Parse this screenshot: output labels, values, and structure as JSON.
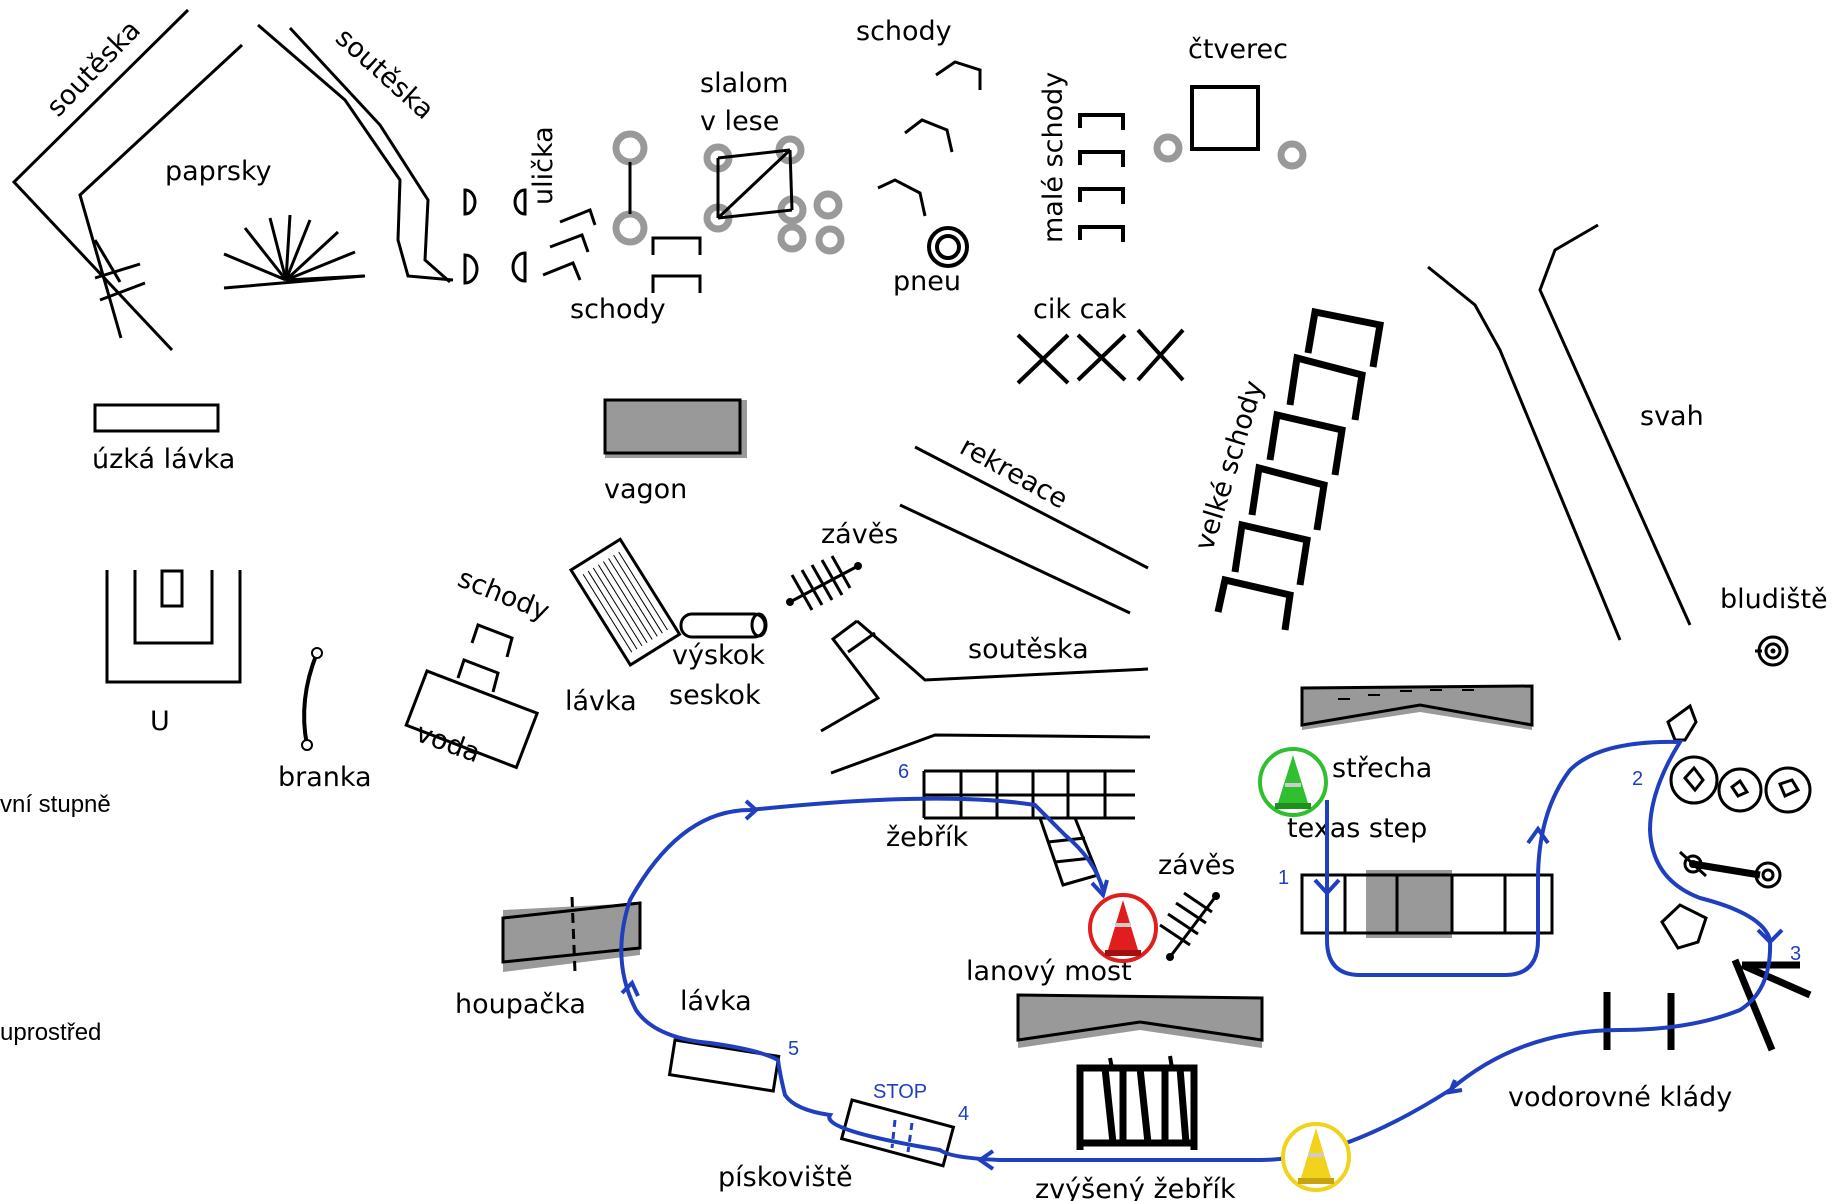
{
  "labels": {
    "soutezka_1": "soutěska",
    "soutezka_2": "soutěska",
    "paprsky": "paprsky",
    "ulicka": "ulička",
    "schody_1": "schody",
    "slalom_line1": "slalom",
    "slalom_line2": "v lese",
    "schody_2": "schody",
    "pneu": "pneu",
    "male_schody": "malé schody",
    "ctverec": "čtverec",
    "cik_cak": "cik cak",
    "uzka_lavka": "úzká lávka",
    "vagon": "vagon",
    "rekreace": "rekreace",
    "velke_schody": "velké schody",
    "svah": "svah",
    "zaves_1": "závěs",
    "schody_3": "schody",
    "vyskok": "výskok",
    "seskok": "seskok",
    "lavka_1": "lávka",
    "soutezka_3": "soutěska",
    "bludiste": "bludiště",
    "u": "U",
    "branka": "branka",
    "voda": "voda",
    "strecha": "střecha",
    "texas_step": "texas step",
    "zebrik": "žebřík",
    "zaves_2": "závěs",
    "lanovy_most": "lanový most",
    "houpacka": "houpačka",
    "lavka_2": "lávka",
    "stop": "STOP",
    "piskoviste": "pískoviště",
    "zvyseny_zebrik": "zvýšený žebřík",
    "vodorovne_klady": "vodorovné klády",
    "cut_left_1": "vní stupně",
    "cut_left_2": "uprostřed"
  },
  "route_numbers": {
    "n1": "1",
    "n2": "2",
    "n3": "3",
    "n4": "4",
    "n5": "5",
    "n6": "6"
  },
  "cones": {
    "green": "#2fbf2f",
    "red": "#e01e1e",
    "yellow": "#f2d21a"
  },
  "colors": {
    "route": "#1f3fbf",
    "obstacle": "#000000",
    "ring": "#999999"
  }
}
